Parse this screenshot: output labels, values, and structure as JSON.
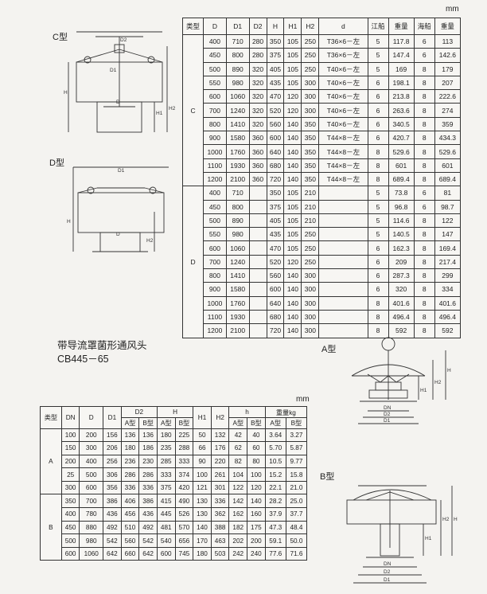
{
  "top_unit": "mm",
  "label_c": "C型",
  "label_d": "D型",
  "dim_c": {
    "d2": "D2",
    "d1": "D1",
    "d": "D",
    "h": "H",
    "h1": "H1",
    "h2": "H2"
  },
  "dim_d": {
    "d1": "D1",
    "d": "D",
    "h": "H",
    "h2": "H2"
  },
  "table1": {
    "headers": [
      "类型",
      "D",
      "D1",
      "D2",
      "H",
      "H1",
      "H2",
      "d",
      "江船",
      "重量",
      "海船",
      "重量"
    ],
    "groups": [
      {
        "type": "C",
        "rows": [
          [
            "400",
            "710",
            "280",
            "350",
            "105",
            "250",
            "T36×6－左",
            "5",
            "117.8",
            "6",
            "113"
          ],
          [
            "450",
            "800",
            "280",
            "375",
            "105",
            "250",
            "T36×6－左",
            "5",
            "147.4",
            "6",
            "142.6"
          ],
          [
            "500",
            "890",
            "320",
            "405",
            "105",
            "250",
            "T40×6－左",
            "5",
            "169",
            "8",
            "179"
          ],
          [
            "550",
            "980",
            "320",
            "435",
            "105",
            "300",
            "T40×6－左",
            "6",
            "198.1",
            "8",
            "207"
          ],
          [
            "600",
            "1060",
            "320",
            "470",
            "120",
            "300",
            "T40×6－左",
            "6",
            "213.8",
            "8",
            "222.6"
          ],
          [
            "700",
            "1240",
            "320",
            "520",
            "120",
            "300",
            "T40×6－左",
            "6",
            "263.6",
            "8",
            "274"
          ],
          [
            "800",
            "1410",
            "320",
            "560",
            "140",
            "350",
            "T40×6－左",
            "6",
            "340.5",
            "8",
            "359"
          ],
          [
            "900",
            "1580",
            "360",
            "600",
            "140",
            "350",
            "T44×8－左",
            "6",
            "420.7",
            "8",
            "434.3"
          ],
          [
            "1000",
            "1760",
            "360",
            "640",
            "140",
            "350",
            "T44×8－左",
            "8",
            "529.6",
            "8",
            "529.6"
          ],
          [
            "1100",
            "1930",
            "360",
            "680",
            "140",
            "350",
            "T44×8－左",
            "8",
            "601",
            "8",
            "601"
          ],
          [
            "1200",
            "2100",
            "360",
            "720",
            "140",
            "350",
            "T44×8－左",
            "8",
            "689.4",
            "8",
            "689.4"
          ]
        ]
      },
      {
        "type": "D",
        "rows": [
          [
            "400",
            "710",
            "",
            "350",
            "105",
            "210",
            "",
            "5",
            "73.8",
            "6",
            "81"
          ],
          [
            "450",
            "800",
            "",
            "375",
            "105",
            "210",
            "",
            "5",
            "96.8",
            "6",
            "98.7"
          ],
          [
            "500",
            "890",
            "",
            "405",
            "105",
            "210",
            "",
            "5",
            "114.6",
            "8",
            "122"
          ],
          [
            "550",
            "980",
            "",
            "435",
            "105",
            "250",
            "",
            "5",
            "140.5",
            "8",
            "147"
          ],
          [
            "600",
            "1060",
            "",
            "470",
            "105",
            "250",
            "",
            "6",
            "162.3",
            "8",
            "169.4"
          ],
          [
            "700",
            "1240",
            "",
            "520",
            "120",
            "250",
            "",
            "6",
            "209",
            "8",
            "217.4"
          ],
          [
            "800",
            "1410",
            "",
            "560",
            "140",
            "300",
            "",
            "6",
            "287.3",
            "8",
            "299"
          ],
          [
            "900",
            "1580",
            "",
            "600",
            "140",
            "300",
            "",
            "6",
            "320",
            "8",
            "334"
          ],
          [
            "1000",
            "1760",
            "",
            "640",
            "140",
            "300",
            "",
            "8",
            "401.6",
            "8",
            "401.6"
          ],
          [
            "1100",
            "1930",
            "",
            "680",
            "140",
            "300",
            "",
            "8",
            "496.4",
            "8",
            "496.4"
          ],
          [
            "1200",
            "2100",
            "",
            "720",
            "140",
            "300",
            "",
            "8",
            "592",
            "8",
            "592"
          ]
        ]
      }
    ]
  },
  "title_line1": "带导流罩菌形通风头",
  "title_line2": "CB445－65",
  "mid_unit": "mm",
  "label_a": "A型",
  "label_b": "B型",
  "dim_a": {
    "h": "H",
    "h2": "H2",
    "h1": "H1",
    "dn": "DN",
    "d2": "D2",
    "d1": "D1"
  },
  "dim_b": {
    "h": "H",
    "h2": "H2",
    "h1": "H1",
    "dn": "DN",
    "d2": "D2",
    "d1": "D1"
  },
  "table2": {
    "head_top": [
      "类型",
      "DN",
      "D",
      "D1",
      "D2",
      "H",
      "H1",
      "H2",
      "h",
      "重量kg"
    ],
    "head_sub": [
      "A型",
      "B型",
      "A型",
      "B型",
      "A型",
      "B型",
      "A型",
      "B型"
    ],
    "groups": [
      {
        "type": "A",
        "rows": [
          [
            "100",
            "200",
            "156",
            "136",
            "136",
            "180",
            "225",
            "50",
            "132",
            "42",
            "40",
            "3.64",
            "3.27"
          ],
          [
            "150",
            "300",
            "206",
            "180",
            "186",
            "235",
            "288",
            "66",
            "176",
            "62",
            "60",
            "5.70",
            "5.87"
          ],
          [
            "200",
            "400",
            "256",
            "236",
            "230",
            "285",
            "333",
            "90",
            "220",
            "82",
            "80",
            "10.5",
            "9.77"
          ],
          [
            "25",
            "500",
            "306",
            "286",
            "286",
            "333",
            "374",
            "100",
            "261",
            "104",
            "100",
            "15.2",
            "15.8"
          ],
          [
            "300",
            "600",
            "356",
            "336",
            "336",
            "375",
            "420",
            "121",
            "301",
            "122",
            "120",
            "22.1",
            "21.0"
          ]
        ]
      },
      {
        "type": "B",
        "rows": [
          [
            "350",
            "700",
            "386",
            "406",
            "386",
            "415",
            "490",
            "130",
            "336",
            "142",
            "140",
            "28.2",
            "25.0"
          ],
          [
            "400",
            "780",
            "436",
            "456",
            "436",
            "445",
            "526",
            "130",
            "362",
            "162",
            "160",
            "37.9",
            "37.7"
          ],
          [
            "450",
            "880",
            "492",
            "510",
            "492",
            "481",
            "570",
            "140",
            "388",
            "182",
            "175",
            "47.3",
            "48.4"
          ],
          [
            "500",
            "980",
            "542",
            "560",
            "542",
            "540",
            "656",
            "170",
            "463",
            "202",
            "200",
            "59.1",
            "50.0"
          ],
          [
            "600",
            "1060",
            "642",
            "660",
            "642",
            "600",
            "745",
            "180",
            "503",
            "242",
            "240",
            "77.6",
            "71.6"
          ]
        ]
      }
    ]
  }
}
